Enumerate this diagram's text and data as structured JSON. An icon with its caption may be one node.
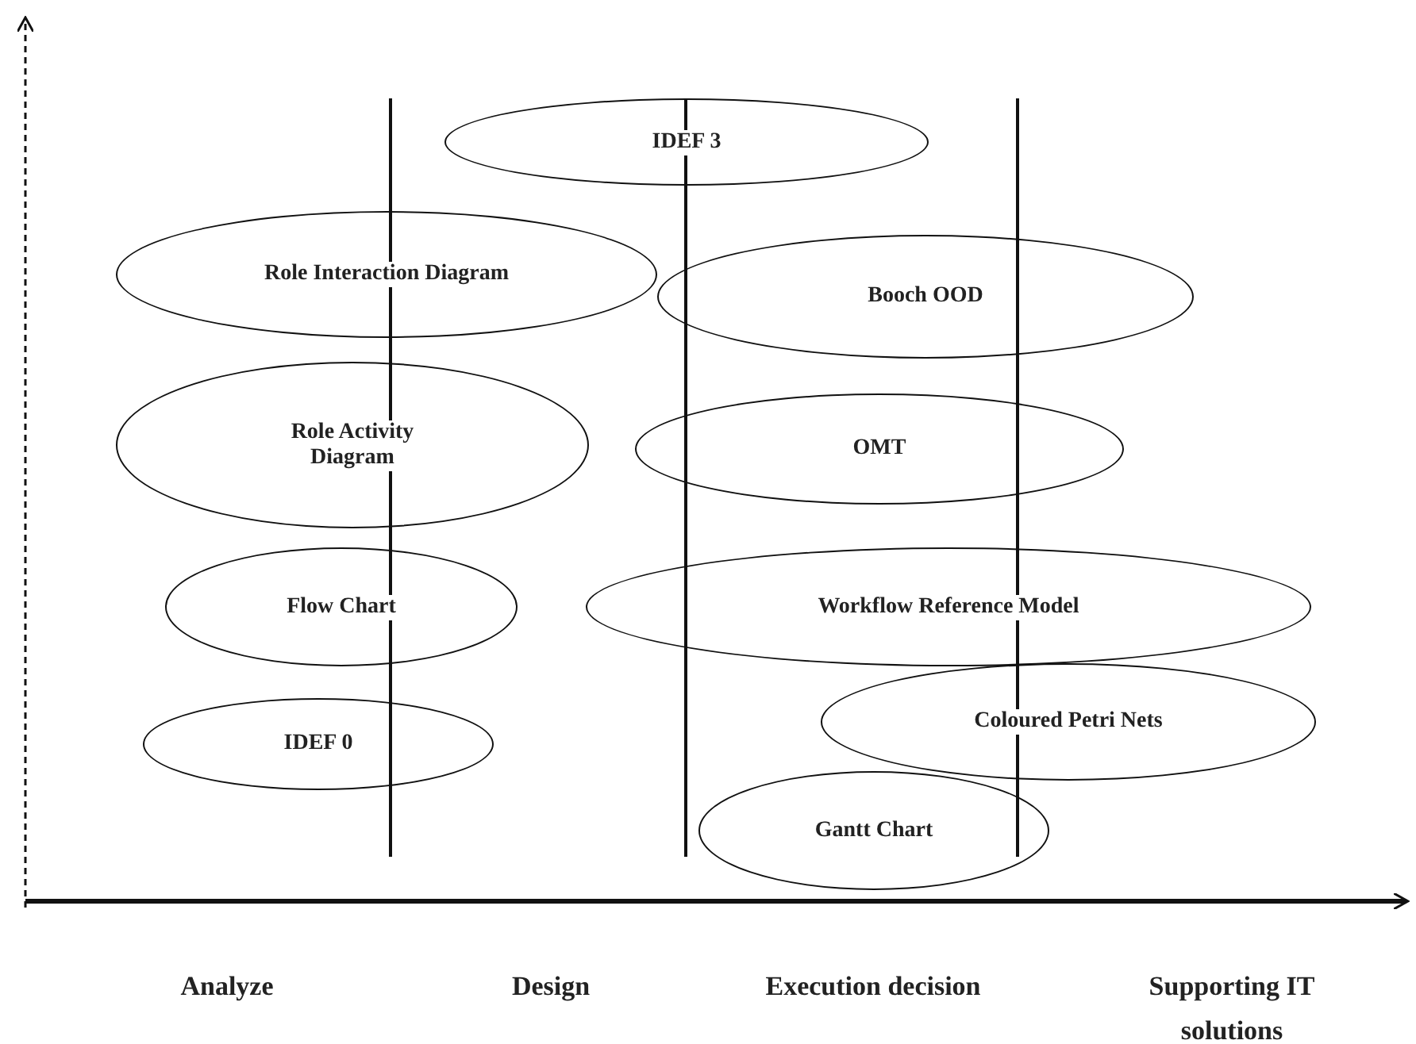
{
  "diagram": {
    "nodes": [
      {
        "text": [
          "IDEF 3"
        ]
      },
      {
        "text": [
          "Role Interaction Diagram"
        ]
      },
      {
        "text": [
          "Booch OOD"
        ]
      },
      {
        "text": [
          "Role Activity Diagram"
        ]
      },
      {
        "text": [
          "OMT"
        ]
      },
      {
        "text": [
          "Flow Chart"
        ]
      },
      {
        "text": [
          "Workflow Reference Model"
        ]
      },
      {
        "text": [
          "Coloured Petri Nets"
        ]
      },
      {
        "text": [
          "IDEF 0"
        ]
      },
      {
        "text": [
          "Gantt Chart"
        ]
      }
    ],
    "edges": [],
    "labels": [
      "Analyze",
      "Design",
      "Execution decision",
      "Supporting IT solutions"
    ]
  }
}
